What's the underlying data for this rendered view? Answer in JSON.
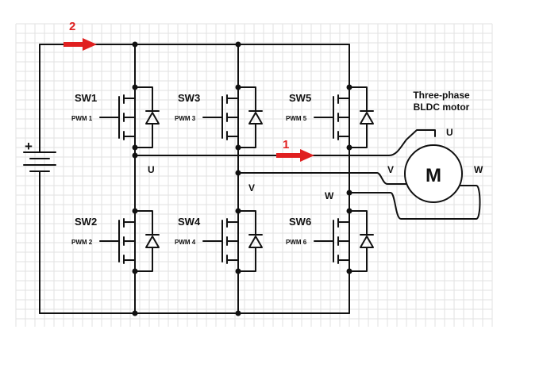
{
  "labels": {
    "arrow_1": "1",
    "arrow_2": "2",
    "motor_title_line1": "Three-phase",
    "motor_title_line2": "BLDC motor",
    "motor_symbol": "M",
    "node_u": "U",
    "node_v": "V",
    "node_w": "W",
    "motor_u": "U",
    "motor_v": "V",
    "motor_w": "W"
  },
  "switches": [
    {
      "name": "SW1",
      "pwm": "PWM 1"
    },
    {
      "name": "SW3",
      "pwm": "PWM 3"
    },
    {
      "name": "SW5",
      "pwm": "PWM 5"
    },
    {
      "name": "SW2",
      "pwm": "PWM 2"
    },
    {
      "name": "SW4",
      "pwm": "PWM 4"
    },
    {
      "name": "SW6",
      "pwm": "PWM 6"
    }
  ],
  "colors": {
    "wire": "#111111",
    "arrow": "#e02020",
    "grid": "#e2e2e2"
  },
  "icons": {
    "battery": "battery-icon",
    "mosfet": "mosfet-icon",
    "diode": "diode-icon",
    "motor": "motor-icon",
    "current_arrow": "arrow-right-icon"
  }
}
